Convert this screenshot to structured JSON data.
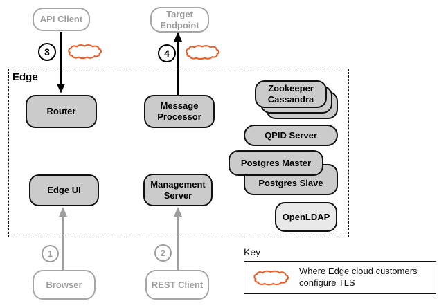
{
  "edge": {
    "label": "Edge"
  },
  "external": {
    "api_client": "API Client",
    "target_endpoint": "Target Endpoint",
    "browser": "Browser",
    "rest_client": "REST Client"
  },
  "components": {
    "router": "Router",
    "message_processor": "Message Processor",
    "edge_ui": "Edge UI",
    "management_server": "Management Server",
    "zookeeper": "Zookeeper",
    "cassandra": "Cassandra",
    "qpid_server": "QPID Server",
    "postgres_master": "Postgres Master",
    "postgres_slave": "Postgres Slave",
    "openldap": "OpenLDAP"
  },
  "markers": {
    "m1": "1",
    "m2": "2",
    "m3": "3",
    "m4": "4"
  },
  "key": {
    "title": "Key",
    "text": "Where Edge cloud customers configure TLS"
  },
  "colors": {
    "cloud_orange": "#f15a24",
    "component_fill": "#cbcbcb",
    "openldap_fill": "#e9e9e9",
    "external_gray": "#9e9e9e"
  }
}
